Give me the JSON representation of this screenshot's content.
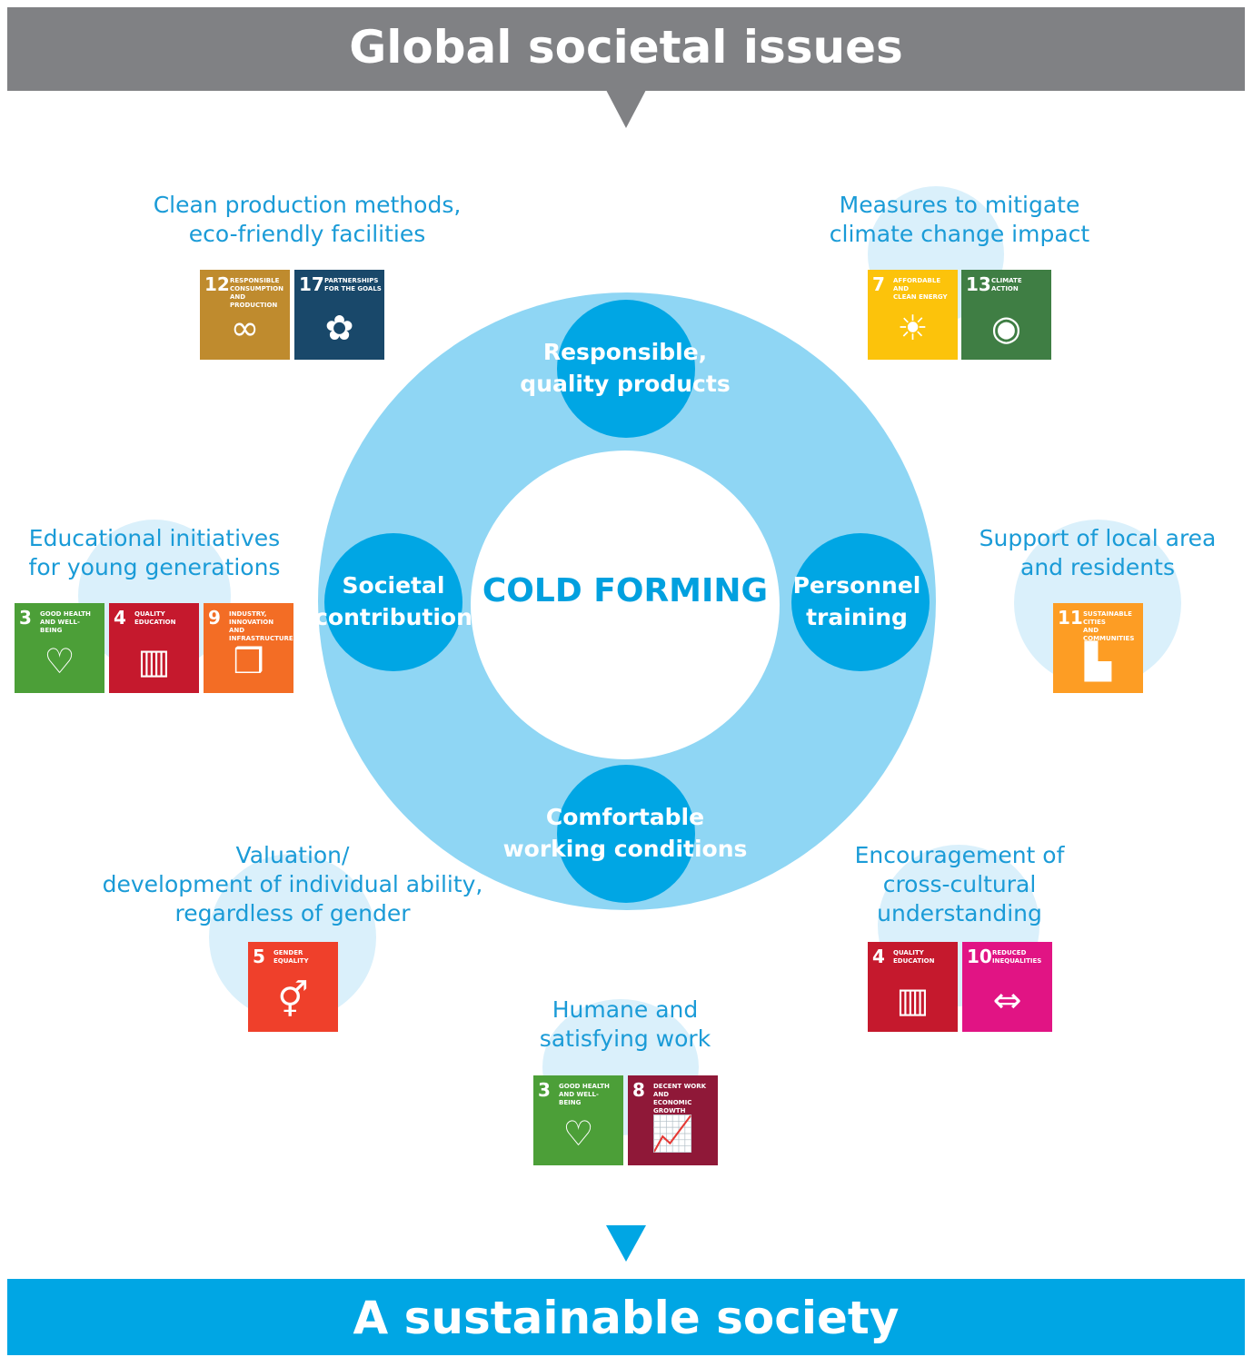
{
  "header": {
    "title": "Global societal issues"
  },
  "footer": {
    "title": "A sustainable society"
  },
  "core": {
    "label": "COLD FORMING"
  },
  "nodes": {
    "top": "Responsible,\nquality products",
    "left": "Societal\ncontribution",
    "right": "Personnel\ntraining",
    "bottom": "Comfortable\nworking conditions"
  },
  "issues": {
    "clean_production": "Clean production methods,\neco-friendly facilities",
    "climate": "Measures to mitigate\nclimate change impact",
    "education": "Educational initiatives\nfor young generations",
    "local": "Support of local area\nand residents",
    "gender": "Valuation/\ndevelopment of individual ability,\nregardless of gender",
    "cross_cultural": "Encouragement of\ncross-cultural\nunderstanding",
    "humane_work": "Humane and\nsatisfying work"
  },
  "sdg": {
    "g3": {
      "num": "3",
      "title": "GOOD HEALTH\nAND WELL-BEING",
      "color": "#4c9f38",
      "icon": "heartbeat-icon"
    },
    "g4": {
      "num": "4",
      "title": "QUALITY\nEDUCATION",
      "color": "#c5192d",
      "icon": "book-icon"
    },
    "g5": {
      "num": "5",
      "title": "GENDER\nEQUALITY",
      "color": "#ef402b",
      "icon": "gender-icon"
    },
    "g7": {
      "num": "7",
      "title": "AFFORDABLE AND\nCLEAN ENERGY",
      "color": "#fcc30b",
      "icon": "sun-icon"
    },
    "g8": {
      "num": "8",
      "title": "DECENT WORK AND\nECONOMIC GROWTH",
      "color": "#8f1838",
      "icon": "growth-icon"
    },
    "g9": {
      "num": "9",
      "title": "INDUSTRY, INNOVATION\nAND INFRASTRUCTURE",
      "color": "#f36d25",
      "icon": "cubes-icon"
    },
    "g10": {
      "num": "10",
      "title": "REDUCED\nINEQUALITIES",
      "color": "#e11484",
      "icon": "equal-arrows-icon"
    },
    "g11": {
      "num": "11",
      "title": "SUSTAINABLE CITIES\nAND COMMUNITIES",
      "color": "#fd9d24",
      "icon": "buildings-icon"
    },
    "g12": {
      "num": "12",
      "title": "RESPONSIBLE\nCONSUMPTION\nAND PRODUCTION",
      "color": "#bf8b2e",
      "icon": "infinity-icon"
    },
    "g13": {
      "num": "13",
      "title": "CLIMATE\nACTION",
      "color": "#3f7e44",
      "icon": "eye-globe-icon"
    },
    "g17": {
      "num": "17",
      "title": "PARTNERSHIPS\nFOR THE GOALS",
      "color": "#19486a",
      "icon": "flower-icon"
    }
  }
}
